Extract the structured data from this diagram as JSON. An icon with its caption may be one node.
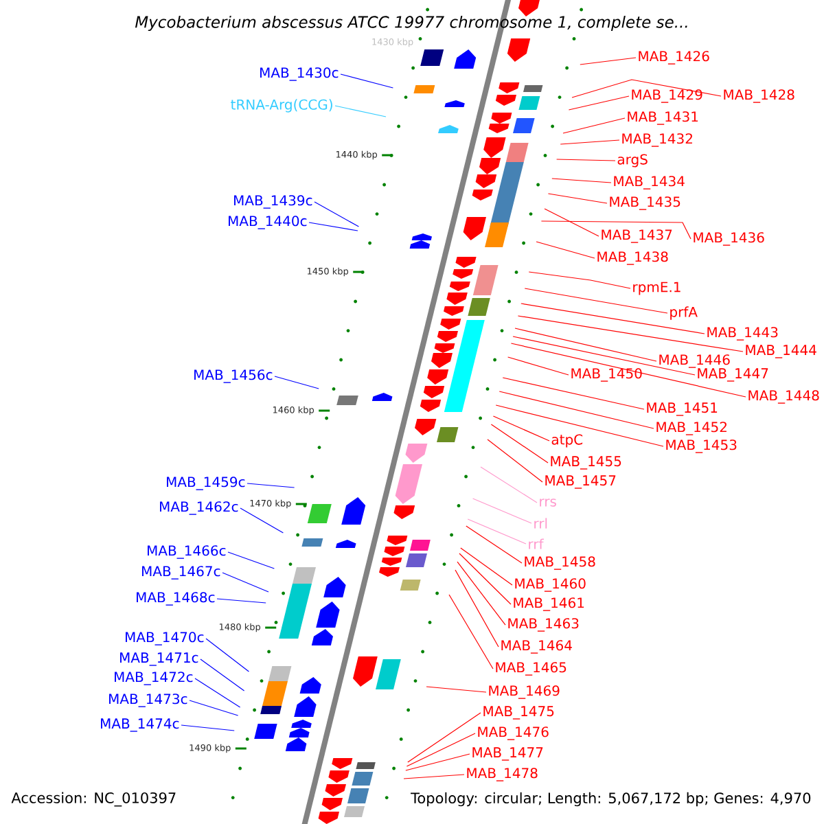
{
  "diagram": {
    "title": "Mycobacterium abscessus ATCC 19977 chromosome 1, complete se...",
    "nodes": [
      {
        "text": [
          "MAB_1426"
        ]
      },
      {
        "text": [
          "MAB_1430c"
        ]
      },
      {
        "text": [
          "MAB_1429"
        ]
      },
      {
        "text": [
          "MAB_1428"
        ]
      },
      {
        "text": [
          "tRNA-Arg(CCG)"
        ]
      },
      {
        "text": [
          "MAB_1431"
        ]
      },
      {
        "text": [
          "MAB_1432"
        ]
      },
      {
        "text": [
          "argS"
        ]
      },
      {
        "text": [
          "MAB_1434"
        ]
      },
      {
        "text": [
          "MAB_1439c"
        ]
      },
      {
        "text": [
          "MAB_1435"
        ]
      },
      {
        "text": [
          "MAB_1440c"
        ]
      },
      {
        "text": [
          "MAB_1437"
        ]
      },
      {
        "text": [
          "MAB_1436"
        ]
      },
      {
        "text": [
          "MAB_1438"
        ]
      },
      {
        "text": [
          "rpmE.1"
        ]
      },
      {
        "text": [
          "prfA"
        ]
      },
      {
        "text": [
          "MAB_1443"
        ]
      },
      {
        "text": [
          "MAB_1444"
        ]
      },
      {
        "text": [
          "MAB_1446"
        ]
      },
      {
        "text": [
          "MAB_1450"
        ]
      },
      {
        "text": [
          "MAB_1447"
        ]
      },
      {
        "text": [
          "MAB_1456c"
        ]
      },
      {
        "text": [
          "MAB_1448"
        ]
      },
      {
        "text": [
          "MAB_1451"
        ]
      },
      {
        "text": [
          "MAB_1452"
        ]
      },
      {
        "text": [
          "atpC"
        ]
      },
      {
        "text": [
          "MAB_1453"
        ]
      },
      {
        "text": [
          "MAB_1455"
        ]
      },
      {
        "text": [
          "MAB_1457"
        ]
      },
      {
        "text": [
          "MAB_1459c"
        ]
      },
      {
        "text": [
          "rrs"
        ]
      },
      {
        "text": [
          "MAB_1462c"
        ]
      },
      {
        "text": [
          "rrl"
        ]
      },
      {
        "text": [
          "rrf"
        ]
      },
      {
        "text": [
          "MAB_1466c"
        ]
      },
      {
        "text": [
          "MAB_1458"
        ]
      },
      {
        "text": [
          "MAB_1467c"
        ]
      },
      {
        "text": [
          "MAB_1460"
        ]
      },
      {
        "text": [
          "MAB_1468c"
        ]
      },
      {
        "text": [
          "MAB_1461"
        ]
      },
      {
        "text": [
          "MAB_1463"
        ]
      },
      {
        "text": [
          "MAB_1470c"
        ]
      },
      {
        "text": [
          "MAB_1464"
        ]
      },
      {
        "text": [
          "MAB_1471c"
        ]
      },
      {
        "text": [
          "MAB_1465"
        ]
      },
      {
        "text": [
          "MAB_1472c"
        ]
      },
      {
        "text": [
          "MAB_1469"
        ]
      },
      {
        "text": [
          "MAB_1473c"
        ]
      },
      {
        "text": [
          "MAB_1475"
        ]
      },
      {
        "text": [
          "MAB_1474c"
        ]
      },
      {
        "text": [
          "MAB_1476"
        ]
      },
      {
        "text": [
          "MAB_1477"
        ]
      },
      {
        "text": [
          "MAB_1478"
        ]
      }
    ],
    "edges": [
      {
        "from": 0,
        "to": null,
        "arrow": "none"
      },
      {
        "from": 1,
        "to": null,
        "arrow": "none",
        "color": "#0000ff"
      },
      {
        "from": 2,
        "to": null,
        "arrow": "none"
      },
      {
        "from": 3,
        "to": null,
        "arrow": "none"
      },
      {
        "from": 4,
        "to": null,
        "arrow": "none",
        "color": "#33ccff"
      },
      {
        "from": 5,
        "to": null,
        "arrow": "none"
      },
      {
        "from": 6,
        "to": null,
        "arrow": "none"
      },
      {
        "from": 7,
        "to": null,
        "arrow": "none"
      },
      {
        "from": 8,
        "to": null,
        "arrow": "none"
      },
      {
        "from": 9,
        "to": null,
        "arrow": "none",
        "color": "#0000ff"
      },
      {
        "from": 10,
        "to": null,
        "arrow": "none"
      },
      {
        "from": 11,
        "to": null,
        "arrow": "none",
        "color": "#0000ff"
      },
      {
        "from": 12,
        "to": null,
        "arrow": "none"
      },
      {
        "from": 13,
        "to": null,
        "arrow": "none"
      },
      {
        "from": 14,
        "to": null,
        "arrow": "none"
      },
      {
        "from": 15,
        "to": null,
        "arrow": "none"
      },
      {
        "from": 16,
        "to": null,
        "arrow": "none"
      },
      {
        "from": 17,
        "to": null,
        "arrow": "none"
      },
      {
        "from": 18,
        "to": null,
        "arrow": "none"
      },
      {
        "from": 19,
        "to": null,
        "arrow": "none"
      },
      {
        "from": 20,
        "to": null,
        "arrow": "none"
      },
      {
        "from": 21,
        "to": null,
        "arrow": "none"
      },
      {
        "from": 22,
        "to": null,
        "arrow": "none",
        "color": "#0000ff"
      },
      {
        "from": 23,
        "to": null,
        "arrow": "none"
      },
      {
        "from": 24,
        "to": null,
        "arrow": "none"
      },
      {
        "from": 25,
        "to": null,
        "arrow": "none"
      },
      {
        "from": 26,
        "to": null,
        "arrow": "none"
      },
      {
        "from": 27,
        "to": null,
        "arrow": "none"
      },
      {
        "from": 28,
        "to": null,
        "arrow": "none"
      },
      {
        "from": 29,
        "to": null,
        "arrow": "none"
      },
      {
        "from": 30,
        "to": null,
        "arrow": "none",
        "color": "#0000ff"
      },
      {
        "from": 31,
        "to": null,
        "arrow": "none",
        "color": "#ff99cc"
      },
      {
        "from": 32,
        "to": null,
        "arrow": "none",
        "color": "#0000ff"
      },
      {
        "from": 33,
        "to": null,
        "arrow": "none",
        "color": "#ff99cc"
      },
      {
        "from": 34,
        "to": null,
        "arrow": "none",
        "color": "#ff99cc"
      },
      {
        "from": 35,
        "to": null,
        "arrow": "none",
        "color": "#0000ff"
      },
      {
        "from": 36,
        "to": null,
        "arrow": "none"
      },
      {
        "from": 37,
        "to": null,
        "arrow": "none",
        "color": "#0000ff"
      },
      {
        "from": 38,
        "to": null,
        "arrow": "none"
      },
      {
        "from": 39,
        "to": null,
        "arrow": "none",
        "color": "#0000ff"
      },
      {
        "from": 40,
        "to": null,
        "arrow": "none"
      },
      {
        "from": 41,
        "to": null,
        "arrow": "none"
      },
      {
        "from": 42,
        "to": null,
        "arrow": "none",
        "color": "#0000ff"
      },
      {
        "from": 43,
        "to": null,
        "arrow": "none"
      },
      {
        "from": 44,
        "to": null,
        "arrow": "none",
        "color": "#0000ff"
      },
      {
        "from": 45,
        "to": null,
        "arrow": "none"
      },
      {
        "from": 46,
        "to": null,
        "arrow": "none",
        "color": "#0000ff"
      },
      {
        "from": 47,
        "to": null,
        "arrow": "none"
      },
      {
        "from": 48,
        "to": null,
        "arrow": "none",
        "color": "#0000ff"
      },
      {
        "from": 49,
        "to": null,
        "arrow": "none"
      },
      {
        "from": 50,
        "to": null,
        "arrow": "none",
        "color": "#0000ff"
      },
      {
        "from": 51,
        "to": null,
        "arrow": "none"
      },
      {
        "from": 52,
        "to": null,
        "arrow": "none"
      },
      {
        "from": 53,
        "to": null,
        "arrow": "none"
      }
    ],
    "labels": [
      "1430 kbp",
      "1440 kbp",
      "1450 kbp",
      "1460 kbp",
      "1470 kbp",
      "1480 kbp",
      "1490 kbp",
      "Accession: NC_010397",
      "Topology: circular; Length: 5,067,172 bp; Genes: 4,970"
    ]
  }
}
